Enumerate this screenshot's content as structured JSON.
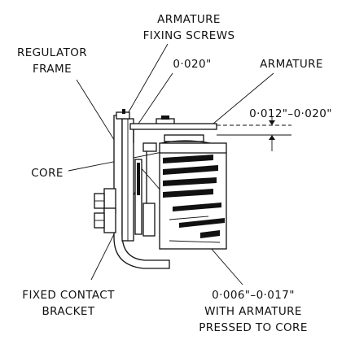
{
  "labels": {
    "armature_fixing_screws_1": "ARMATURE",
    "armature_fixing_screws_2": "FIXING SCREWS",
    "regulator_frame_1": "REGULATOR",
    "regulator_frame_2": "FRAME",
    "gap_top": "0·020\"",
    "armature": "ARMATURE",
    "gap_armature": "0·012\"–0·020\"",
    "core": "CORE",
    "fixed_contact_bracket_1": "FIXED CONTACT",
    "fixed_contact_bracket_2": "BRACKET",
    "contact_gap_1": "0·006\"–0·017\"",
    "contact_gap_2": "WITH ARMATURE",
    "contact_gap_3": "PRESSED TO CORE"
  }
}
